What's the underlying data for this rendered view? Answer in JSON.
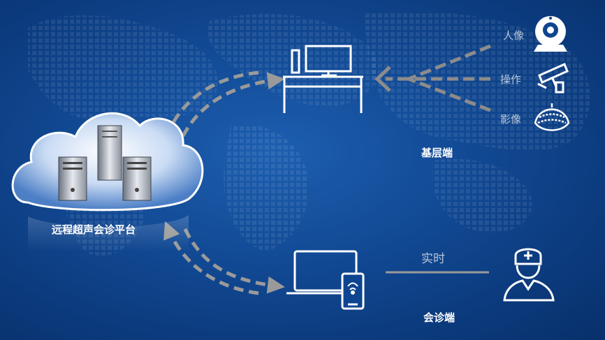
{
  "diagram": {
    "platform_label": "远程超声会诊平台",
    "grassroots_label": "基层端",
    "consult_label": "会诊端",
    "realtime_label": "实时",
    "inputs": [
      {
        "label": "人像",
        "icon": "webcam-icon"
      },
      {
        "label": "操作",
        "icon": "cctv-camera-icon"
      },
      {
        "label": "影像",
        "icon": "ultrasound-image-icon"
      }
    ]
  },
  "colors": {
    "background": "#0e4590",
    "arrow": "#9a9a9a",
    "icon": "#ffffff",
    "label_soft": "#b9c6d8"
  }
}
